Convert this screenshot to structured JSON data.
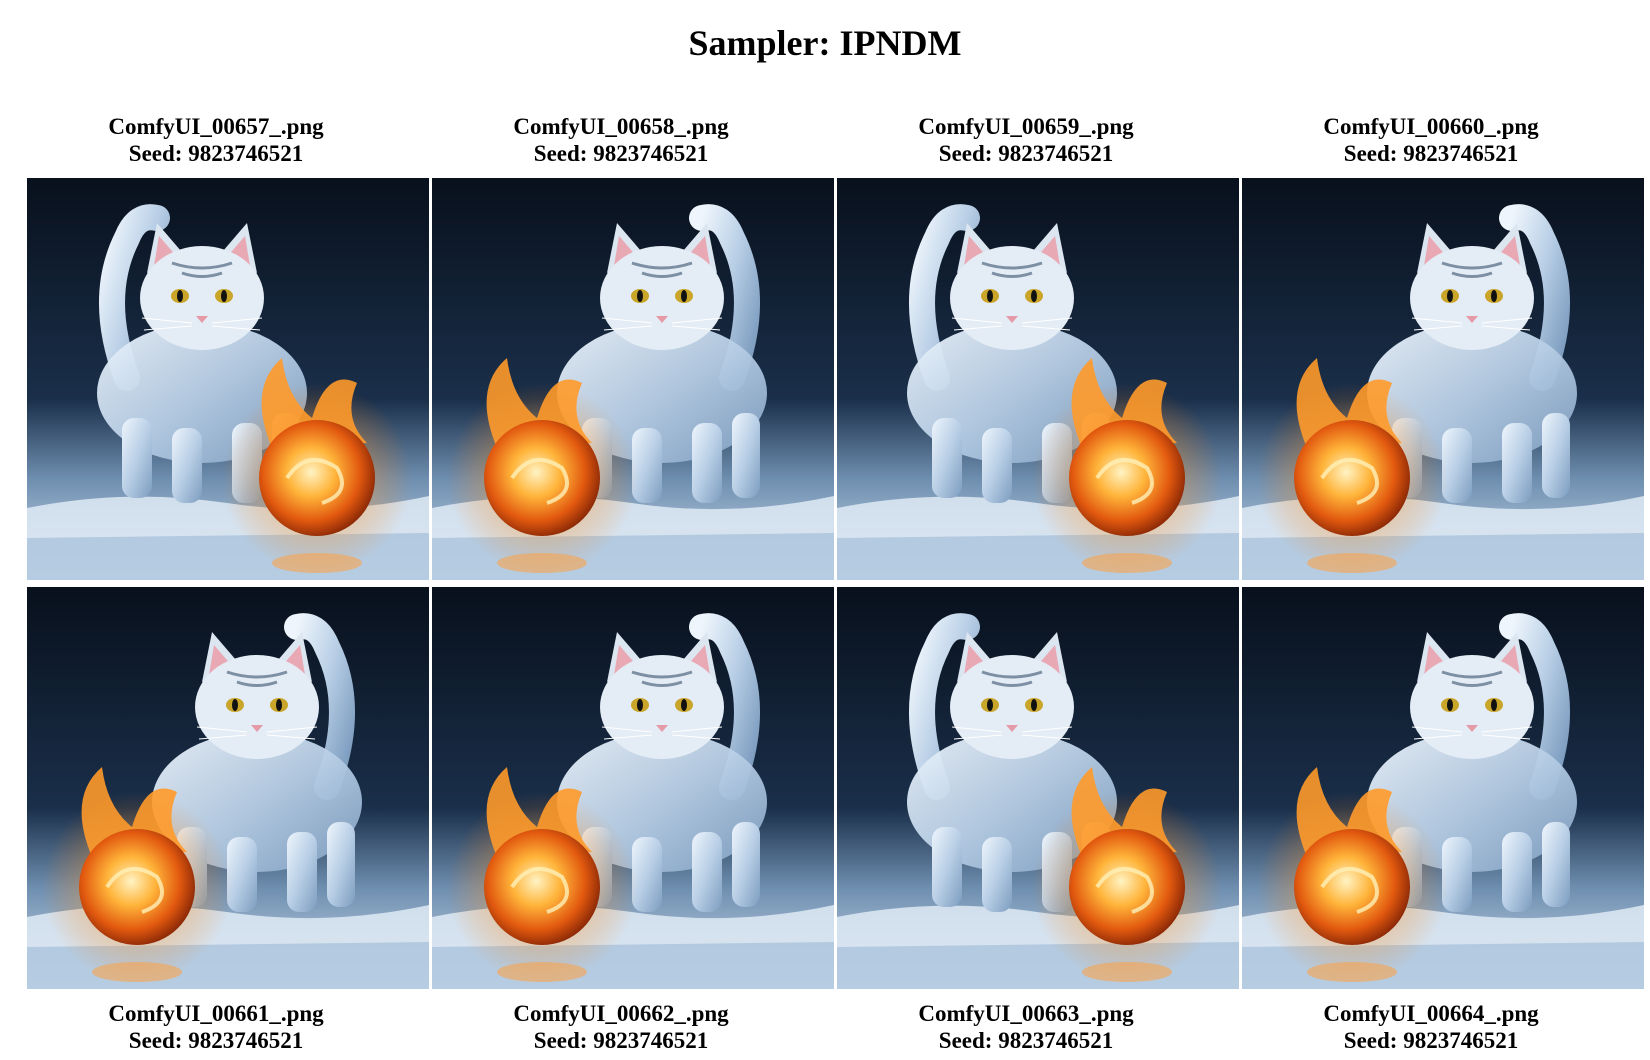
{
  "title": "Sampler: IPNDM",
  "images": [
    {
      "filename": "ComfyUI_00657_.png",
      "seed": "Seed: 9823746521",
      "ball_side": "right",
      "tail_side": "left"
    },
    {
      "filename": "ComfyUI_00658_.png",
      "seed": "Seed: 9823746521",
      "ball_side": "left",
      "tail_side": "right"
    },
    {
      "filename": "ComfyUI_00659_.png",
      "seed": "Seed: 9823746521",
      "ball_side": "right",
      "tail_side": "left"
    },
    {
      "filename": "ComfyUI_00660_.png",
      "seed": "Seed: 9823746521",
      "ball_side": "left",
      "tail_side": "right"
    },
    {
      "filename": "ComfyUI_00661_.png",
      "seed": "Seed: 9823746521",
      "ball_side": "left",
      "tail_side": "right"
    },
    {
      "filename": "ComfyUI_00662_.png",
      "seed": "Seed: 9823746521",
      "ball_side": "left",
      "tail_side": "right"
    },
    {
      "filename": "ComfyUI_00663_.png",
      "seed": "Seed: 9823746521",
      "ball_side": "right",
      "tail_side": "left"
    },
    {
      "filename": "ComfyUI_00664_.png",
      "seed": "Seed: 9823746521",
      "ball_side": "left",
      "tail_side": "right"
    }
  ],
  "colors": {
    "background": "#ffffff",
    "scene_dark": "#0c1626",
    "ice": "#c9dcef",
    "fire": "#ff8a1c"
  }
}
